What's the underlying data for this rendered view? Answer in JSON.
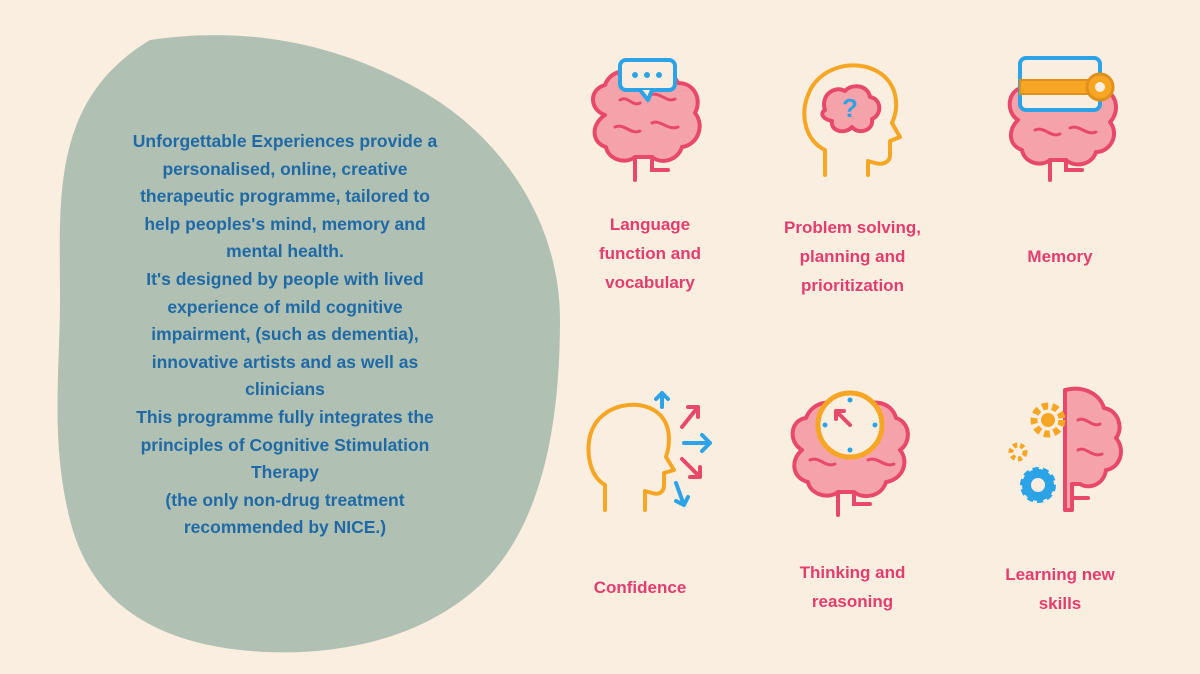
{
  "intro": {
    "lines": [
      "Unforgettable Experiences provide a",
      "personalised, online, creative",
      "therapeutic programme, tailored to",
      "help peoples's mind, memory and",
      "mental health.",
      "It's designed by people with lived",
      "experience of mild cognitive",
      "impairment, (such  as dementia),",
      "innovative artists and as well as",
      "clinicians",
      "This programme fully integrates the",
      "principles of Cognitive Stimulation",
      "Therapy",
      "(the only non-drug treatment",
      "recommended by NICE.)"
    ]
  },
  "benefits": [
    {
      "icon": "brain-speech-bubble-icon",
      "lines": [
        "Language",
        "function and",
        "vocabulary"
      ]
    },
    {
      "icon": "head-question-mark-icon",
      "lines": [
        "Problem solving,",
        "planning and",
        "prioritization"
      ]
    },
    {
      "icon": "brain-key-card-icon",
      "lines": [
        "Memory"
      ]
    },
    {
      "icon": "head-arrows-icon",
      "lines": [
        "Confidence"
      ]
    },
    {
      "icon": "brain-clock-icon",
      "lines": [
        "Thinking and",
        "reasoning"
      ]
    },
    {
      "icon": "brain-gears-icon",
      "lines": [
        "Learning new",
        "skills"
      ]
    }
  ],
  "colors": {
    "background": "#faeee0",
    "blob": "#b0c0b2",
    "intro_text": "#1f6aa6",
    "label_text": "#e33d6f",
    "brain_fill": "#f4a3ab",
    "brain_stroke": "#e8496a",
    "outline_orange": "#f6a623",
    "accent_blue": "#2ba3e6"
  }
}
